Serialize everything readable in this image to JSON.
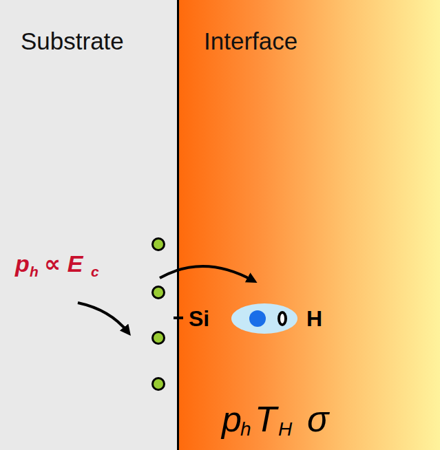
{
  "diagram": {
    "nodes": [
      {
        "text": [
          "Substrate"
        ]
      },
      {
        "text": [
          "Interface"
        ]
      }
    ],
    "labels": [
      "p",
      "h",
      "∝ E",
      "c",
      "Si",
      "H",
      "p",
      "h",
      "T",
      "H",
      "σ"
    ]
  }
}
